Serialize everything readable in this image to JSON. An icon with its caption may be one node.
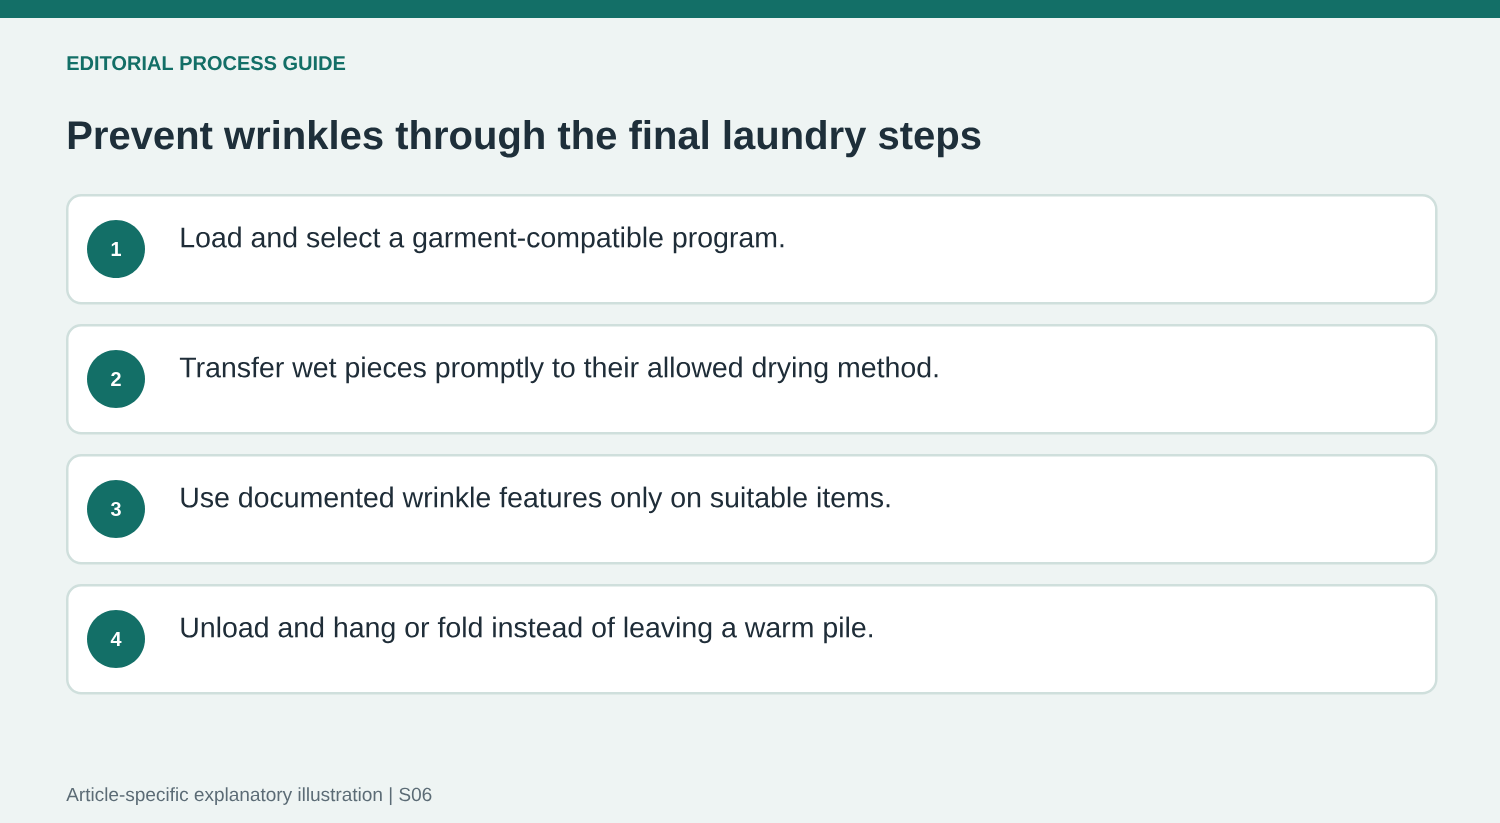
{
  "diagram": {
    "title": "Prevent wrinkles through the final laundry steps",
    "caption": "Article-specific explanatory illustration | S06",
    "nodes": [
      {
        "text": [
          "Load and select a garment-compatible program."
        ]
      },
      {
        "text": [
          "1"
        ],
        "in": 0
      },
      {
        "text": [
          "Transfer wet pieces promptly to their allowed drying method."
        ]
      },
      {
        "text": [
          "2"
        ],
        "in": 2
      },
      {
        "text": [
          "Use documented wrinkle features only on suitable items."
        ]
      },
      {
        "text": [
          "3"
        ],
        "in": 4
      },
      {
        "text": [
          "Unload and hang or fold instead of leaving a warm pile."
        ]
      },
      {
        "text": [
          "4"
        ],
        "in": 6
      }
    ],
    "labels": [
      "EDITORIAL PROCESS GUIDE"
    ]
  }
}
